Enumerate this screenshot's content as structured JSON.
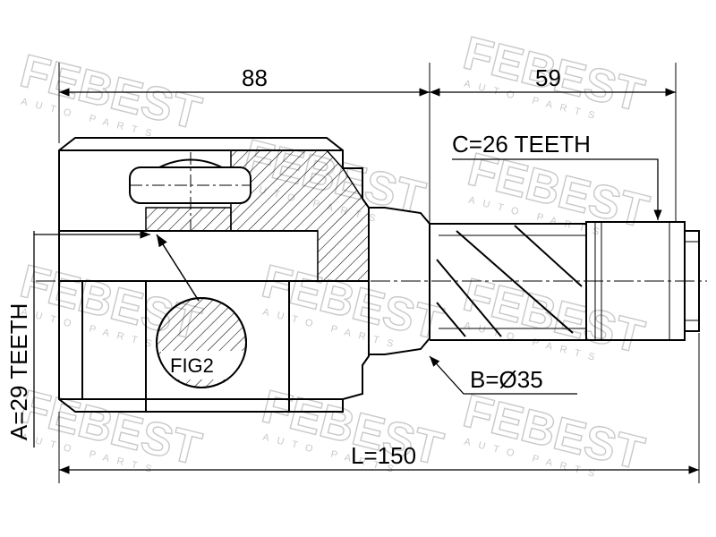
{
  "watermark": {
    "brand": "FEBEST",
    "tagline": "AUTO PARTS"
  },
  "dimensions": {
    "inner_length": "88",
    "shaft_length": "59",
    "total_length": "L=150"
  },
  "labels": {
    "inner_spline": "A=29 TEETH",
    "outer_spline": "C=26 TEETH",
    "seal_diameter": "B=Ø35",
    "detail_figure": "FIG2"
  },
  "colors": {
    "line": "#000000",
    "watermark": "#c9c9c9"
  }
}
